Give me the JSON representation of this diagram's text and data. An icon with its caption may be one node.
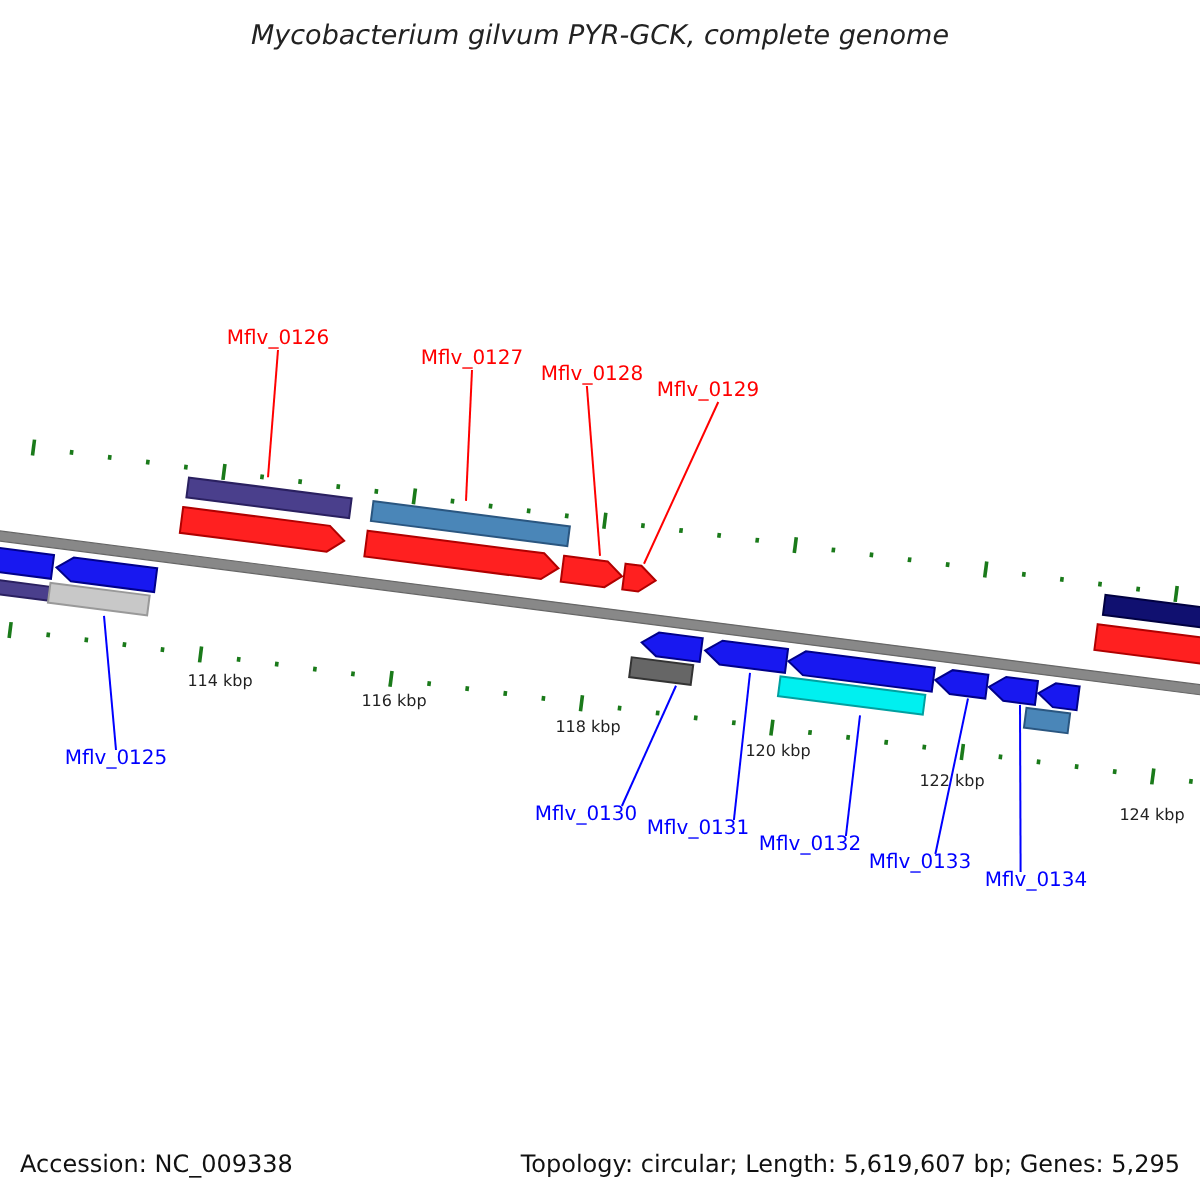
{
  "diagram": {
    "title": "Mycobacterium gilvum PYR-GCK, complete genome",
    "nodes": [
      {
        "text": [
          "Mflv_0126"
        ]
      },
      {
        "text": [
          "Mflv_0127"
        ]
      },
      {
        "text": [
          "Mflv_0128"
        ]
      },
      {
        "text": [
          "Mflv_0129"
        ]
      },
      {
        "text": [
          "Mflv_0125"
        ]
      },
      {
        "text": [
          "Mflv_0130"
        ]
      },
      {
        "text": [
          "Mflv_0131"
        ]
      },
      {
        "text": [
          "Mflv_0132"
        ]
      },
      {
        "text": [
          "Mflv_0133"
        ]
      },
      {
        "text": [
          "Mflv_0134"
        ]
      },
      {
        "text": [],
        "shape": "arrow"
      },
      {
        "text": [],
        "shape": "arrow"
      },
      {
        "text": [],
        "shape": "arrow"
      },
      {
        "text": [],
        "shape": "arrow"
      },
      {
        "text": [],
        "shape": "arrow"
      },
      {
        "text": [],
        "shape": "arrow"
      },
      {
        "text": [],
        "shape": "arrow"
      },
      {
        "text": [],
        "shape": "arrow"
      },
      {
        "text": [],
        "shape": "arrow"
      },
      {
        "text": [],
        "shape": "arrow"
      },
      {
        "text": [],
        "shape": "arrow"
      },
      {
        "text": [],
        "shape": "arrow"
      },
      {
        "text": [],
        "shape": "arrow"
      }
    ],
    "edges": [
      {
        "from": 0,
        "to": 12,
        "arrow": "none",
        "color": "#ff0000"
      },
      {
        "from": 1,
        "to": 13,
        "arrow": "none",
        "color": "#ff0000"
      },
      {
        "from": 2,
        "to": 14,
        "arrow": "none",
        "color": "#ff0000"
      },
      {
        "from": 3,
        "to": 15,
        "arrow": "none",
        "color": "#ff0000"
      },
      {
        "from": 4,
        "to": 11,
        "arrow": "none"
      },
      {
        "from": 5,
        "to": 16,
        "arrow": "none"
      },
      {
        "from": 6,
        "to": 17,
        "arrow": "none"
      },
      {
        "from": 7,
        "to": 18,
        "arrow": "none"
      },
      {
        "from": 8,
        "to": 19,
        "arrow": "none"
      },
      {
        "from": 9,
        "to": 20,
        "arrow": "none"
      }
    ],
    "labels": [
      "114 kbp",
      "116 kbp",
      "118 kbp",
      "120 kbp",
      "122 kbp",
      "124 kbp",
      "Accession: NC_009338",
      "Topology: circular; Length: 5,619,607 bp; Genes: 5,295"
    ]
  }
}
